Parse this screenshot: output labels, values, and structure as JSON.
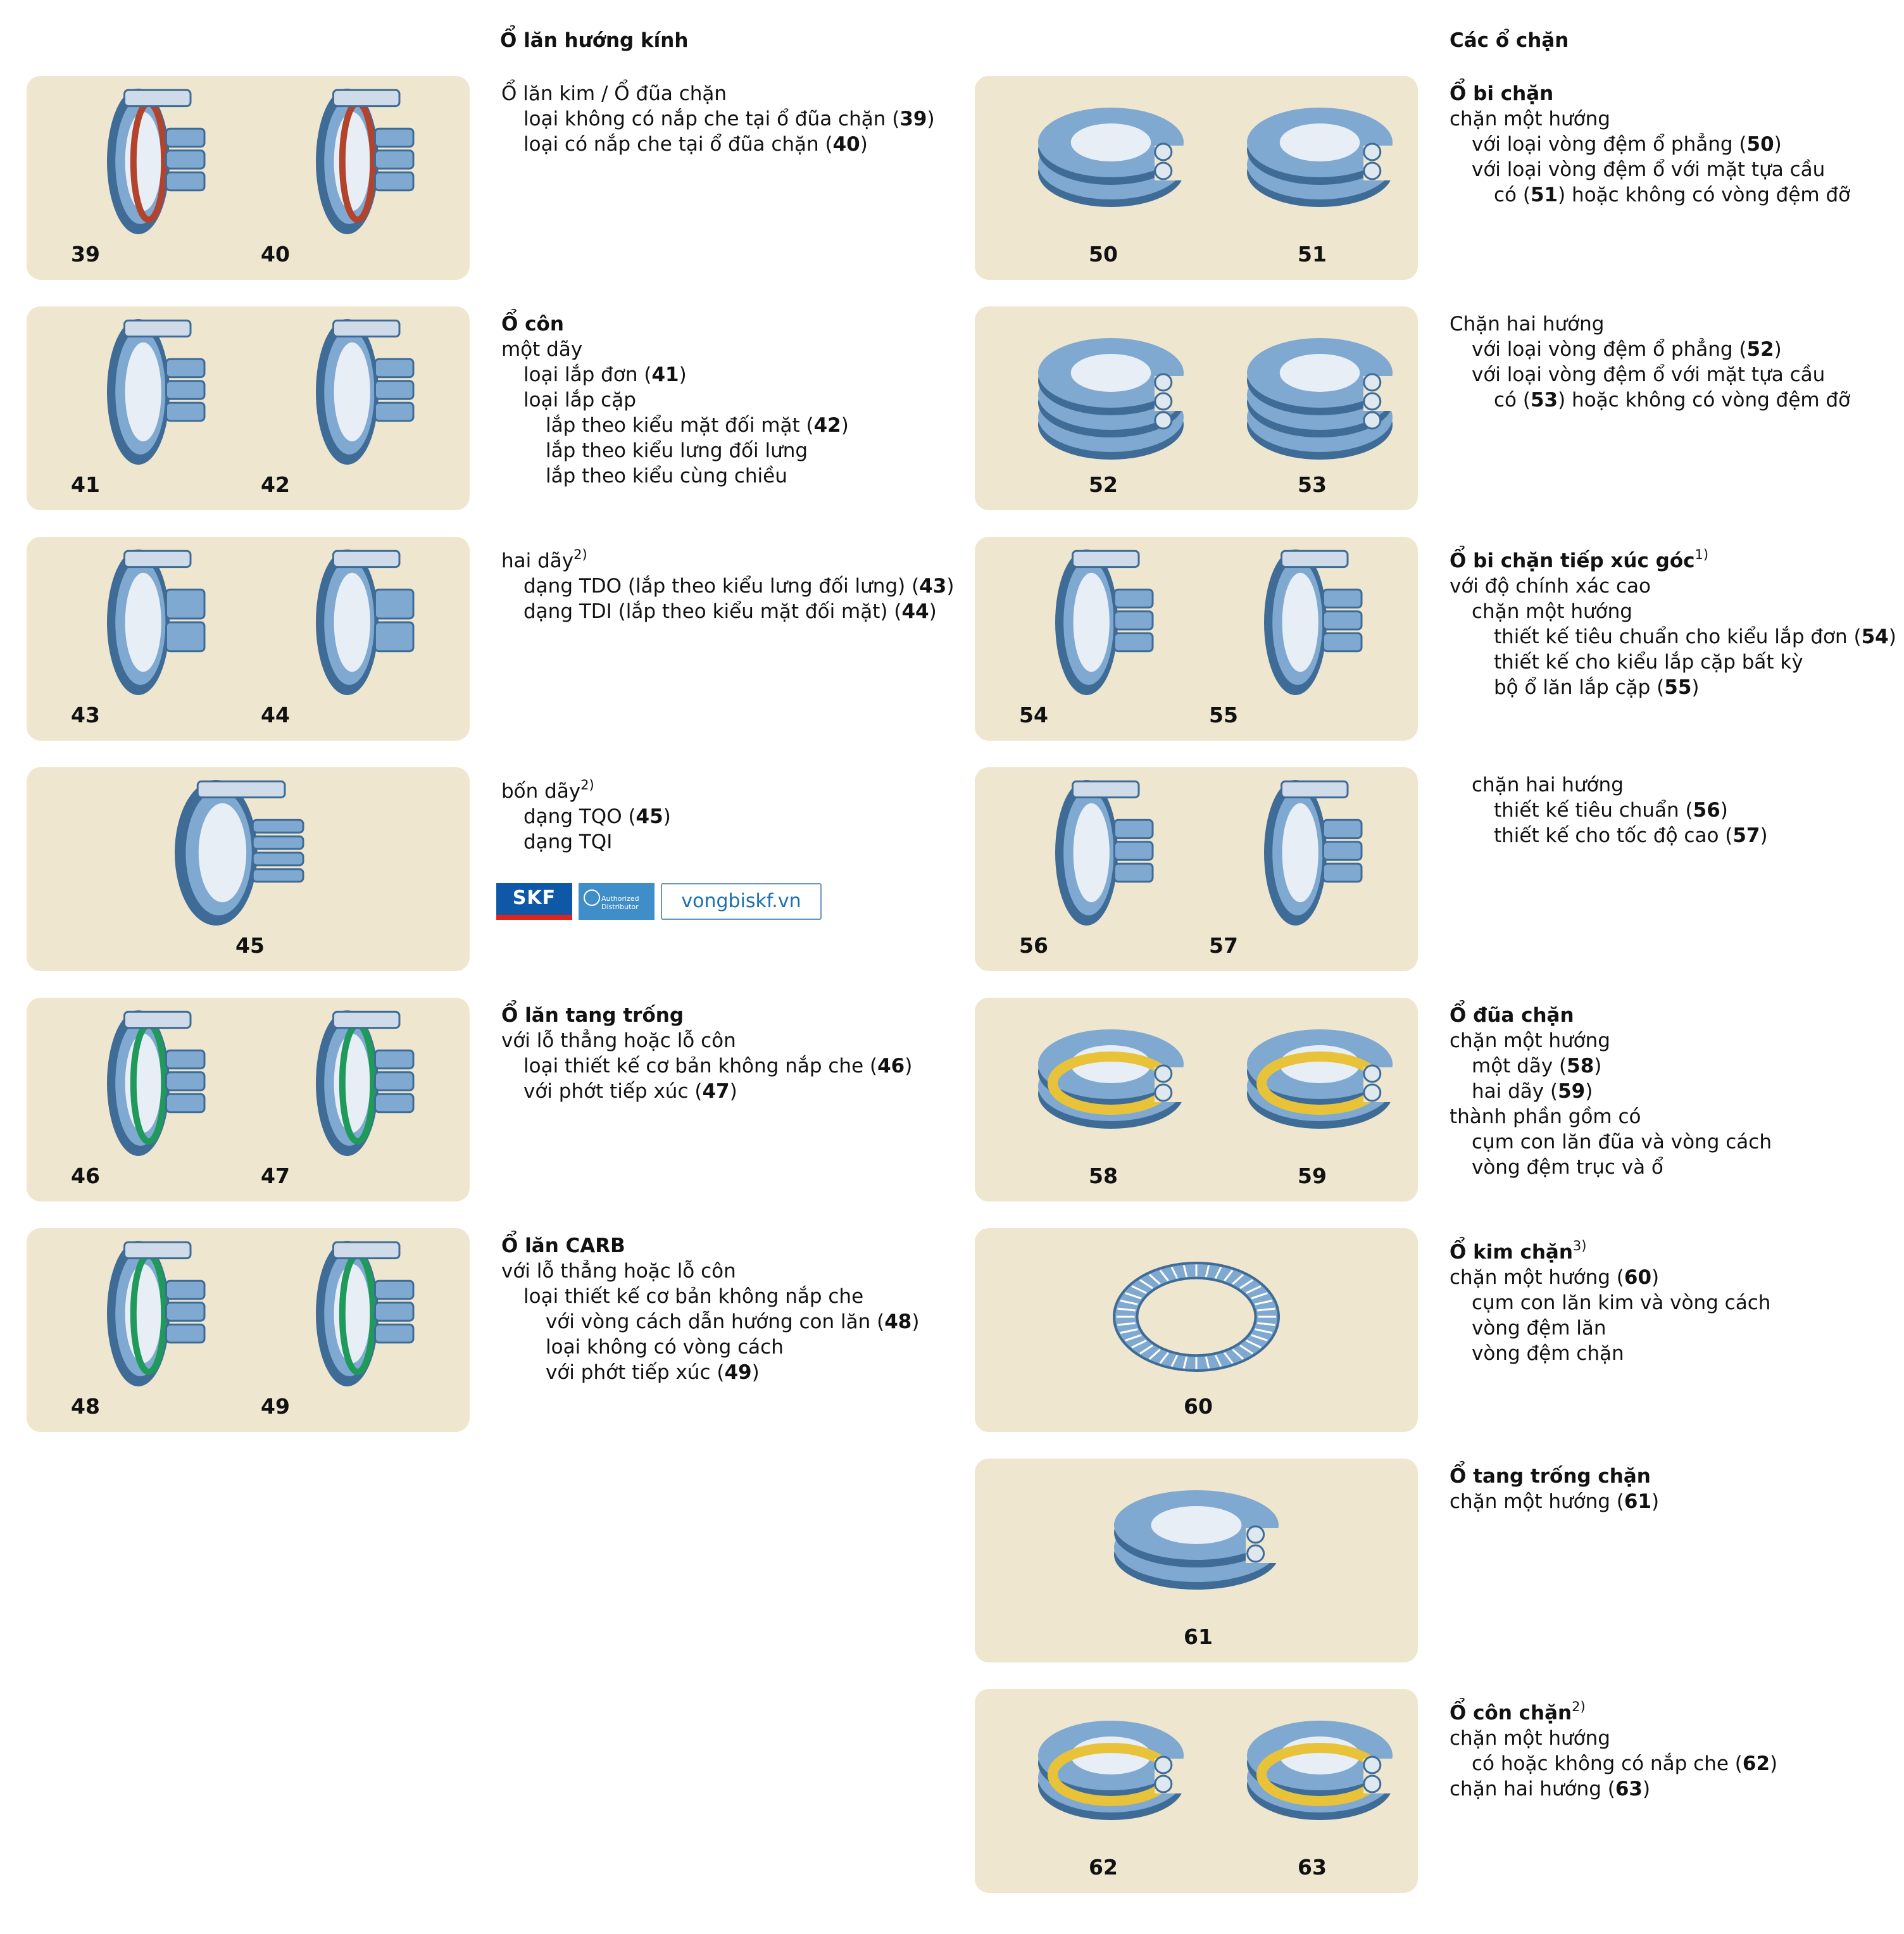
{
  "headers": {
    "left": "Ổ lăn hướng kính",
    "right": "Các ổ chặn"
  },
  "panels": [
    {
      "nums": [
        "39",
        "40"
      ],
      "kind": "needle"
    },
    {
      "nums": [
        "41",
        "42"
      ],
      "kind": "taper"
    },
    {
      "nums": [
        "43",
        "44"
      ],
      "kind": "taper2"
    },
    {
      "nums": [
        "45"
      ],
      "kind": "taper4"
    },
    {
      "nums": [
        "46",
        "47"
      ],
      "kind": "spherical"
    },
    {
      "nums": [
        "48",
        "49"
      ],
      "kind": "carb"
    },
    {
      "nums": [
        "50",
        "51"
      ],
      "kind": "thrustball"
    },
    {
      "nums": [
        "52",
        "53"
      ],
      "kind": "thrustball2"
    },
    {
      "nums": [
        "54",
        "55"
      ],
      "kind": "angular"
    },
    {
      "nums": [
        "56",
        "57"
      ],
      "kind": "angular2"
    },
    {
      "nums": [
        "58",
        "59"
      ],
      "kind": "thrustroller"
    },
    {
      "nums": [
        "60"
      ],
      "kind": "needlethrust"
    },
    {
      "nums": [
        "61"
      ],
      "kind": "sphthrust"
    },
    {
      "nums": [
        "62",
        "63"
      ],
      "kind": "tapthrust"
    }
  ],
  "descriptions": [
    {
      "lines": [
        {
          "t": "Ổ lăn kim / Ổ đũa chặn"
        },
        {
          "t": "loại không có nắp che tại ổ đũa chặn (",
          "b": "39",
          "a": ")",
          "ind": 1
        },
        {
          "t": "loại có nắp che tại ổ đũa chặn (",
          "b": "40",
          "a": ")",
          "ind": 1
        }
      ]
    },
    {
      "lines": [
        {
          "t": "Ổ côn",
          "bold": true
        },
        {
          "t": "một dãy"
        },
        {
          "t": "loại lắp đơn (",
          "b": "41",
          "a": ")",
          "ind": 1
        },
        {
          "t": "loại lắp cặp",
          "ind": 1
        },
        {
          "t": "lắp theo kiểu mặt đối mặt (",
          "b": "42",
          "a": ")",
          "ind": 2
        },
        {
          "t": "lắp theo kiểu lưng đối lưng",
          "ind": 2
        },
        {
          "t": "lắp theo kiểu cùng chiều",
          "ind": 2
        }
      ]
    },
    {
      "lines": [
        {
          "t": "hai dãy",
          "sup": "2)"
        },
        {
          "t": "dạng TDO (lắp theo kiểu lưng đối lưng) (",
          "b": "43",
          "a": ")",
          "ind": 1
        },
        {
          "t": "dạng TDI (lắp theo kiểu mặt đối mặt) (",
          "b": "44",
          "a": ")",
          "ind": 1
        }
      ]
    },
    {
      "lines": [
        {
          "t": "bốn dãy",
          "sup": "2)"
        },
        {
          "t": "dạng TQO (",
          "b": "45",
          "a": ")",
          "ind": 1
        },
        {
          "t": "dạng TQI",
          "ind": 1
        }
      ]
    },
    {
      "lines": [
        {
          "t": "Ổ lăn tang trống",
          "bold": true
        },
        {
          "t": "với lỗ thẳng hoặc lỗ côn"
        },
        {
          "t": "loại thiết kế cơ bản không nắp che (",
          "b": "46",
          "a": ")",
          "ind": 1
        },
        {
          "t": "với phớt tiếp xúc (",
          "b": "47",
          "a": ")",
          "ind": 1
        }
      ]
    },
    {
      "lines": [
        {
          "t": "Ổ lăn CARB",
          "bold": true
        },
        {
          "t": "với lỗ thẳng hoặc lỗ côn"
        },
        {
          "t": "loại thiết kế cơ bản không nắp che",
          "ind": 1
        },
        {
          "t": "với vòng cách dẫn hướng con lăn (",
          "b": "48",
          "a": ")",
          "ind": 2
        },
        {
          "t": "loại không có vòng cách",
          "ind": 2
        },
        {
          "t": "với phớt tiếp xúc (",
          "b": "49",
          "a": ")",
          "ind": 2
        }
      ]
    },
    {
      "lines": [
        {
          "t": "Ổ bi chặn",
          "bold": true
        },
        {
          "t": "chặn một hướng"
        },
        {
          "t": "với loại vòng đệm ổ phẳng (",
          "b": "50",
          "a": ")",
          "ind": 1
        },
        {
          "t": "với loại vòng đệm ổ với mặt tựa cầu",
          "ind": 1
        },
        {
          "t": "có (",
          "b": "51",
          "a": ") hoặc không có vòng đệm đỡ",
          "ind": 2
        }
      ]
    },
    {
      "lines": [
        {
          "t": "Chặn hai hướng"
        },
        {
          "t": "với loại vòng đệm ổ phẳng (",
          "b": "52",
          "a": ")",
          "ind": 1
        },
        {
          "t": "với loại vòng đệm ổ với mặt tựa cầu",
          "ind": 1
        },
        {
          "t": "có (",
          "b": "53",
          "a": ") hoặc không có vòng đệm đỡ",
          "ind": 2
        }
      ]
    },
    {
      "lines": [
        {
          "t": "Ổ bi chặn tiếp xúc góc",
          "bold": true,
          "sup": "1)"
        },
        {
          "t": "với độ chính xác cao"
        },
        {
          "t": "chặn một hướng",
          "ind": 1
        },
        {
          "t": "thiết kế tiêu chuẩn cho kiểu lắp đơn (",
          "b": "54",
          "a": ")",
          "ind": 2
        },
        {
          "t": "thiết kế cho kiểu lắp cặp bất kỳ",
          "ind": 2
        },
        {
          "t": "bộ ổ lăn lắp cặp (",
          "b": "55",
          "a": ")",
          "ind": 2
        }
      ]
    },
    {
      "lines": [
        {
          "t": "chặn hai hướng",
          "ind": 1
        },
        {
          "t": "thiết kế tiêu chuẩn (",
          "b": "56",
          "a": ")",
          "ind": 2
        },
        {
          "t": "thiết kế cho tốc độ cao (",
          "b": "57",
          "a": ")",
          "ind": 2
        }
      ]
    },
    {
      "lines": [
        {
          "t": "Ổ đũa chặn",
          "bold": true
        },
        {
          "t": "chặn một hướng"
        },
        {
          "t": "một dãy (",
          "b": "58",
          "a": ")",
          "ind": 1
        },
        {
          "t": "hai dãy (",
          "b": "59",
          "a": ")",
          "ind": 1
        },
        {
          "t": "thành phần gồm có"
        },
        {
          "t": "cụm con lăn đũa và vòng cách",
          "ind": 1
        },
        {
          "t": "vòng đệm trục và ổ",
          "ind": 1
        }
      ]
    },
    {
      "lines": [
        {
          "t": "Ổ kim chặn",
          "bold": true,
          "sup": "3)"
        },
        {
          "t": "chặn một hướng (",
          "b": "60",
          "a": ")"
        },
        {
          "t": "cụm con lăn kim và vòng cách",
          "ind": 1
        },
        {
          "t": "vòng đệm lăn",
          "ind": 1
        },
        {
          "t": "vòng đệm chặn",
          "ind": 1
        }
      ]
    },
    {
      "lines": [
        {
          "t": "Ổ tang trống chặn",
          "bold": true
        },
        {
          "t": "chặn một hướng (",
          "b": "61",
          "a": ")"
        }
      ]
    },
    {
      "lines": [
        {
          "t": "Ổ côn chặn",
          "bold": true,
          "sup": "2)"
        },
        {
          "t": "chặn một hướng"
        },
        {
          "t": "có hoặc không có nắp che (",
          "b": "62",
          "a": ")",
          "ind": 1
        },
        {
          "t": "chặn hai hướng (",
          "b": "63",
          "a": ")"
        }
      ]
    }
  ],
  "logos": {
    "brand": "SKF",
    "badge": "Authorized Distributor",
    "site": "vongbiskf.vn"
  },
  "colors": {
    "panel_bg": "#efe6cf",
    "steel": "#7fa9d1",
    "dark_steel": "#3f6c97",
    "seal_red": "#b2432c",
    "seal_green": "#1f9a5a",
    "cage_yellow": "#e8c33a"
  }
}
